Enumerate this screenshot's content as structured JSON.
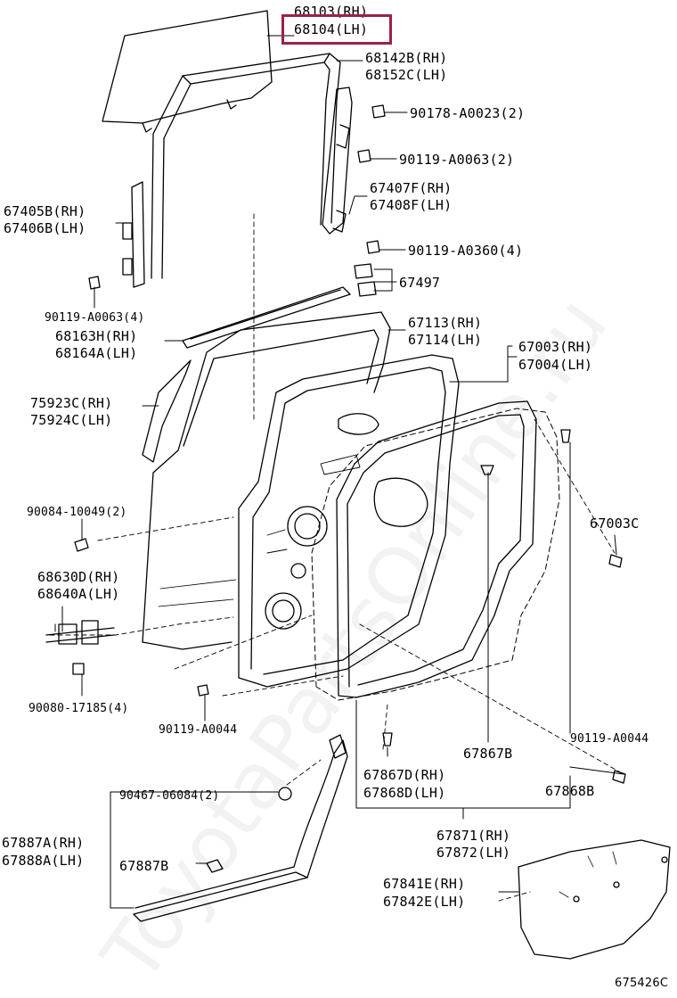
{
  "labels": {
    "p68103": "68103(RH)",
    "p68104": "68104(LH)",
    "p68142B": "68142B(RH)",
    "p68152C": "68152C(LH)",
    "p90178": "90178-A0023(2)",
    "p90119_63a": "90119-A0063(2)",
    "p67407F": "67407F(RH)",
    "p67408F": "67408F(LH)",
    "p67405B": "67405B(RH)",
    "p67406B": "67406B(LH)",
    "p90119_360": "90119-A0360(4)",
    "p67497": "67497",
    "p90119_63b": "90119-A0063(4)",
    "p68163H": "68163H(RH)",
    "p68164A": "68164A(LH)",
    "p67113": "67113(RH)",
    "p67114": "67114(LH)",
    "p67003": "67003(RH)",
    "p67004": "67004(LH)",
    "p75923C": "75923C(RH)",
    "p75924C": "75924C(LH)",
    "p90084": "90084-10049(2)",
    "p67003C": "67003C",
    "p68630D": "68630D(RH)",
    "p68640A": "68640A(LH)",
    "p90080": "90080-17185(4)",
    "p90119_44a": "90119-A0044",
    "p90119_44b": "90119-A0044",
    "p67867B": "67867B",
    "p67867D": "67867D(RH)",
    "p67868D": "67868D(LH)",
    "p67868B": "67868B",
    "p90467": "90467-06084(2)",
    "p67887A": "67887A(RH)",
    "p67888A": "67888A(LH)",
    "p67887B": "67887B",
    "p67871": "67871(RH)",
    "p67872": "67872(LH)",
    "p67841E": "67841E(RH)",
    "p67842E": "67842E(LH)",
    "figure_code": "675426C"
  },
  "watermark": "ToyotaPartsOnline.ru",
  "colors": {
    "highlight": "#9b2243",
    "ink": "#000000"
  }
}
